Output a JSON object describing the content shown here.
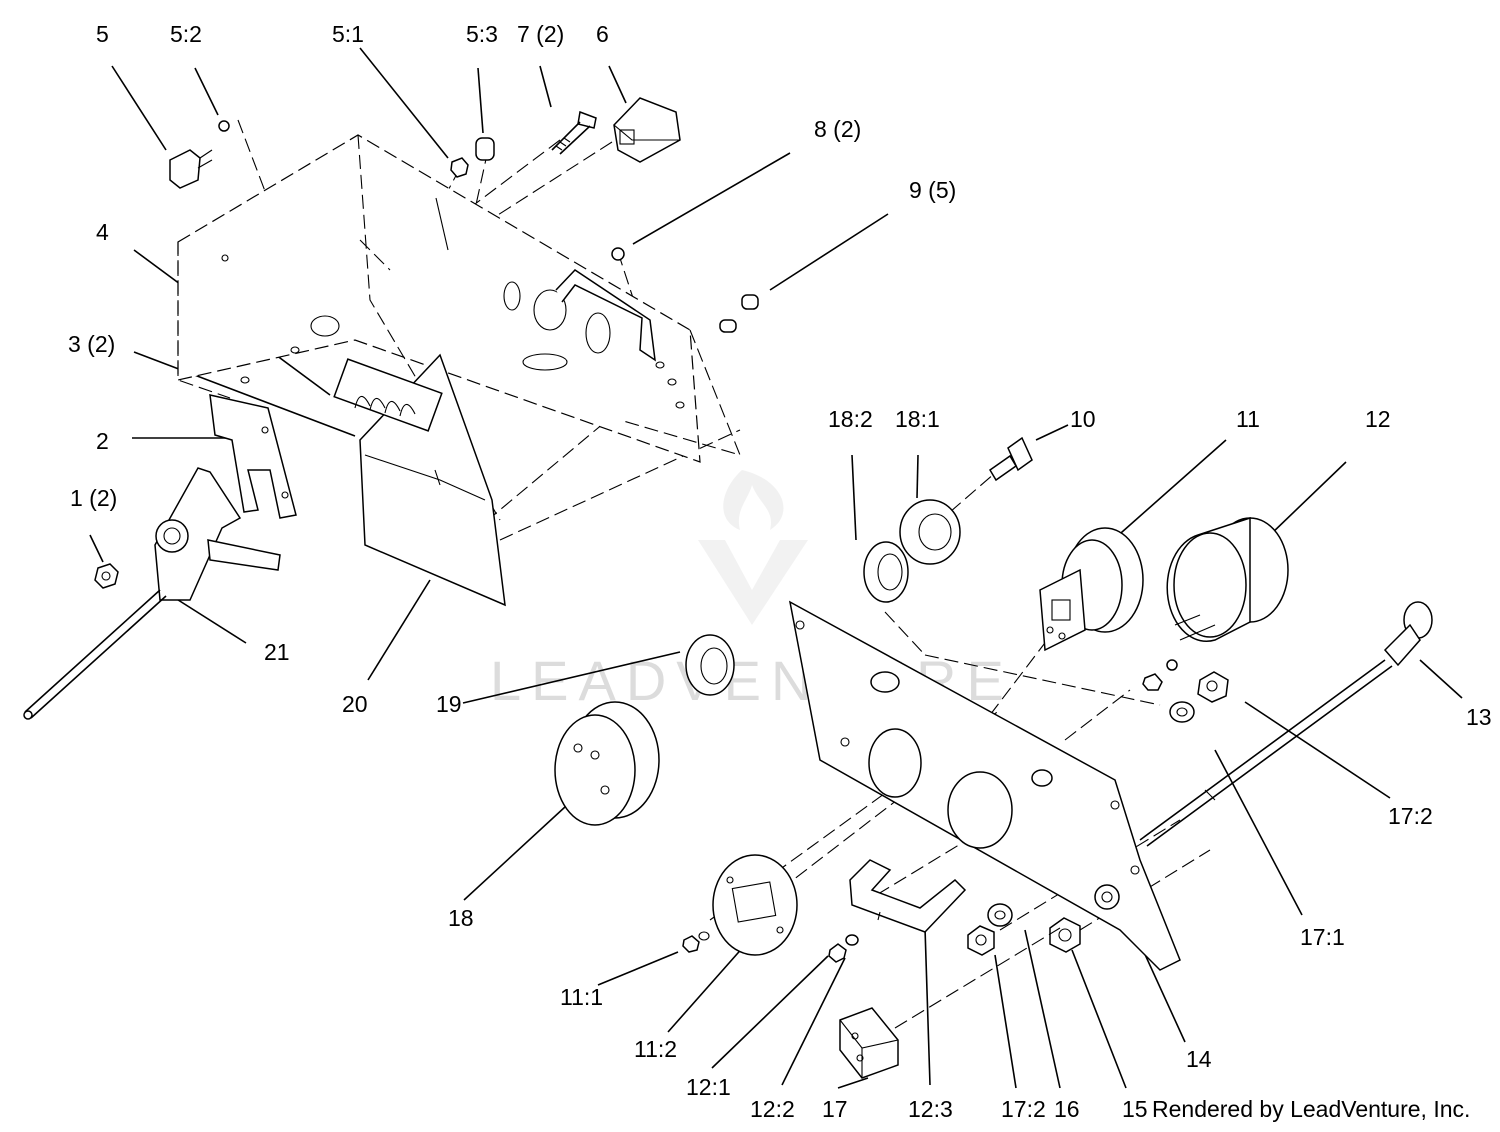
{
  "diagram": {
    "labels": {
      "l5": "5",
      "l5_2": "5:2",
      "l5_1": "5:1",
      "l5_3": "5:3",
      "l7": "7 (2)",
      "l6": "6",
      "l8": "8 (2)",
      "l9": "9 (5)",
      "l4": "4",
      "l3": "3 (2)",
      "l2": "2",
      "l1": "1 (2)",
      "l21": "21",
      "l20": "20",
      "l19": "19",
      "l18": "18",
      "l18_2": "18:2",
      "l18_1": "18:1",
      "l10": "10",
      "l11": "11",
      "l12": "12",
      "l13": "13",
      "l17_2a": "17:2",
      "l17_1": "17:1",
      "l14": "14",
      "l15": "15",
      "l16": "16",
      "l17_2b": "17:2",
      "l12_3": "12:3",
      "l17": "17",
      "l12_2": "12:2",
      "l12_1": "12:1",
      "l11_2": "11:2",
      "l11_1": "11:1"
    },
    "watermark": "LEADVENTURE",
    "credit": "Rendered by LeadVenture, Inc."
  }
}
